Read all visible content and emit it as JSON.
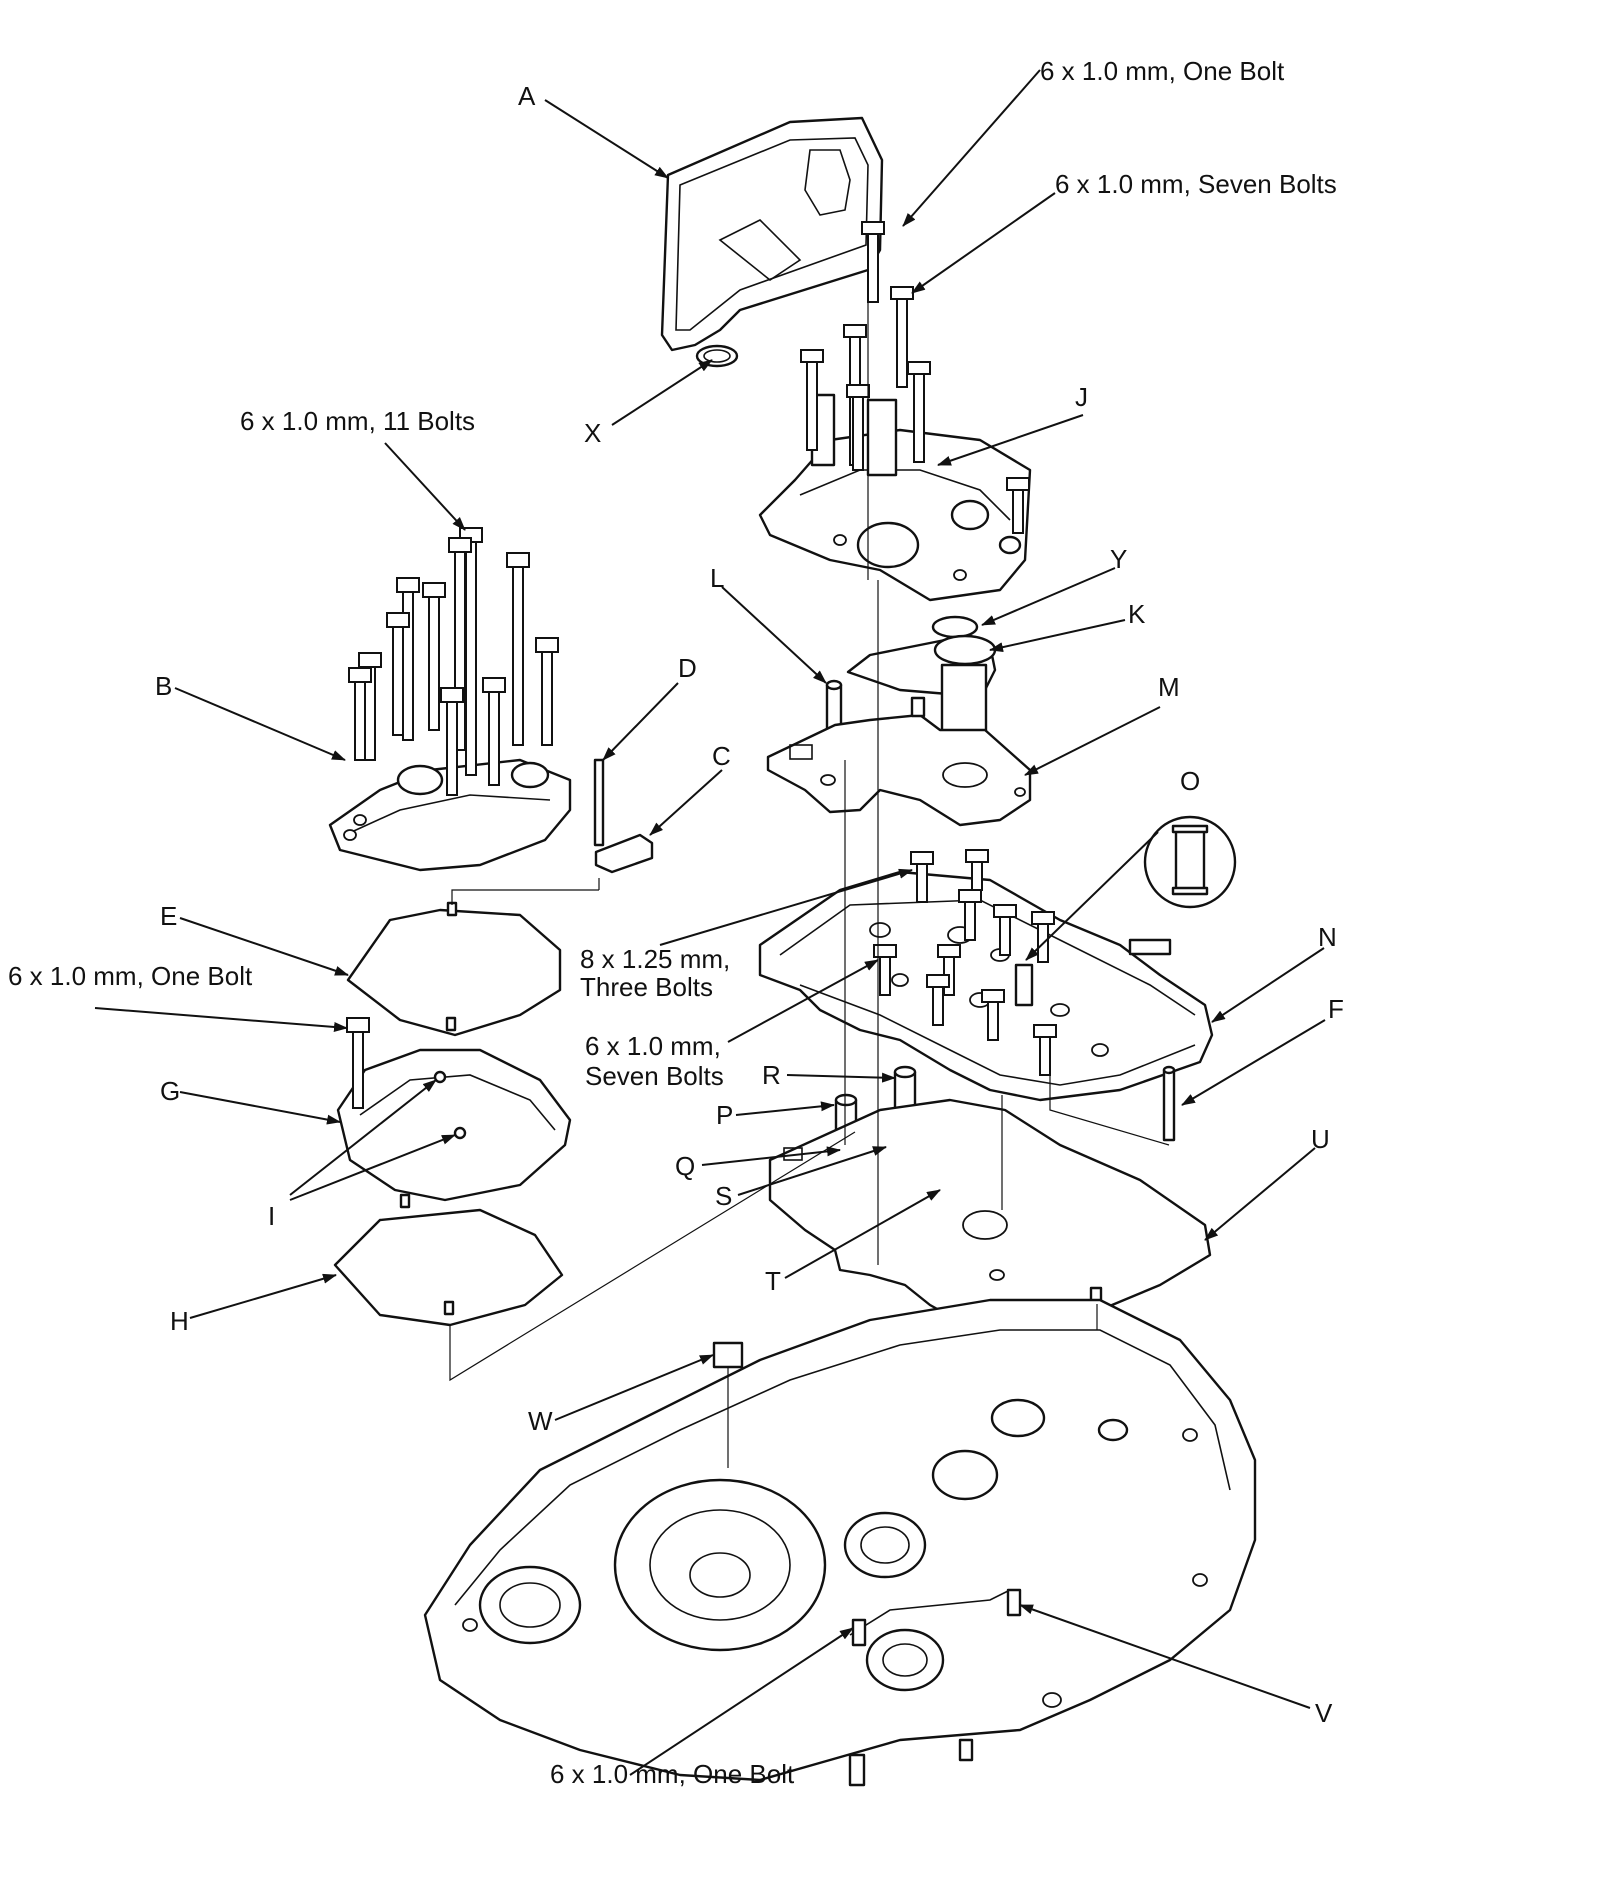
{
  "labels": {
    "A": "A",
    "B": "B",
    "C": "C",
    "D": "D",
    "E": "E",
    "F": "F",
    "G": "G",
    "H": "H",
    "I": "I",
    "J": "J",
    "K": "K",
    "L": "L",
    "M": "M",
    "N": "N",
    "O": "O",
    "P": "P",
    "Q": "Q",
    "R": "R",
    "S": "S",
    "T": "T",
    "U": "U",
    "V": "V",
    "W": "W",
    "X": "X",
    "Y": "Y"
  },
  "callouts": {
    "top_one_bolt": "6 x 1.0 mm, One Bolt",
    "top_seven_bolts": "6 x 1.0 mm, Seven Bolts",
    "eleven_bolts": "6 x 1.0 mm, 11 Bolts",
    "left_one_bolt": "6 x 1.0 mm, One Bolt",
    "three_bolts_line1": "8 x 1.25 mm,",
    "three_bolts_line2": "Three Bolts",
    "mid_seven_bolts_line1": "6 x 1.0 mm,",
    "mid_seven_bolts_line2": "Seven Bolts",
    "bottom_one_bolt": "6 x 1.0 mm, One Bolt"
  }
}
